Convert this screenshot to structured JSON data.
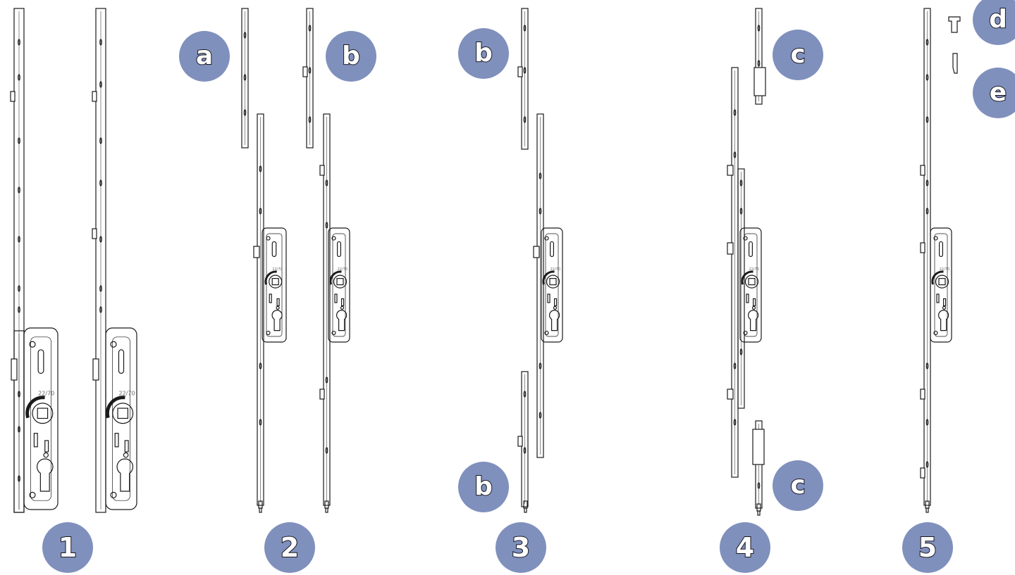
{
  "figure": {
    "colors": {
      "badge_fill": "#8090bd",
      "badge_text": "#ffffff",
      "badge_outline": "#16161e",
      "line": "#1a1a1a",
      "background": "#ffffff"
    },
    "variants": [
      {
        "label": "1",
        "description_items": []
      },
      {
        "label": "2",
        "parts": [
          "a",
          "b"
        ]
      },
      {
        "label": "3",
        "parts": [
          "b",
          "b"
        ]
      },
      {
        "label": "4",
        "parts": [
          "c",
          "c"
        ]
      },
      {
        "label": "5",
        "parts": [
          "d",
          "e"
        ]
      }
    ],
    "part_labels": [
      "a",
      "b",
      "b",
      "b",
      "c",
      "c",
      "d",
      "e"
    ],
    "lock_case_marking": "22/70"
  }
}
